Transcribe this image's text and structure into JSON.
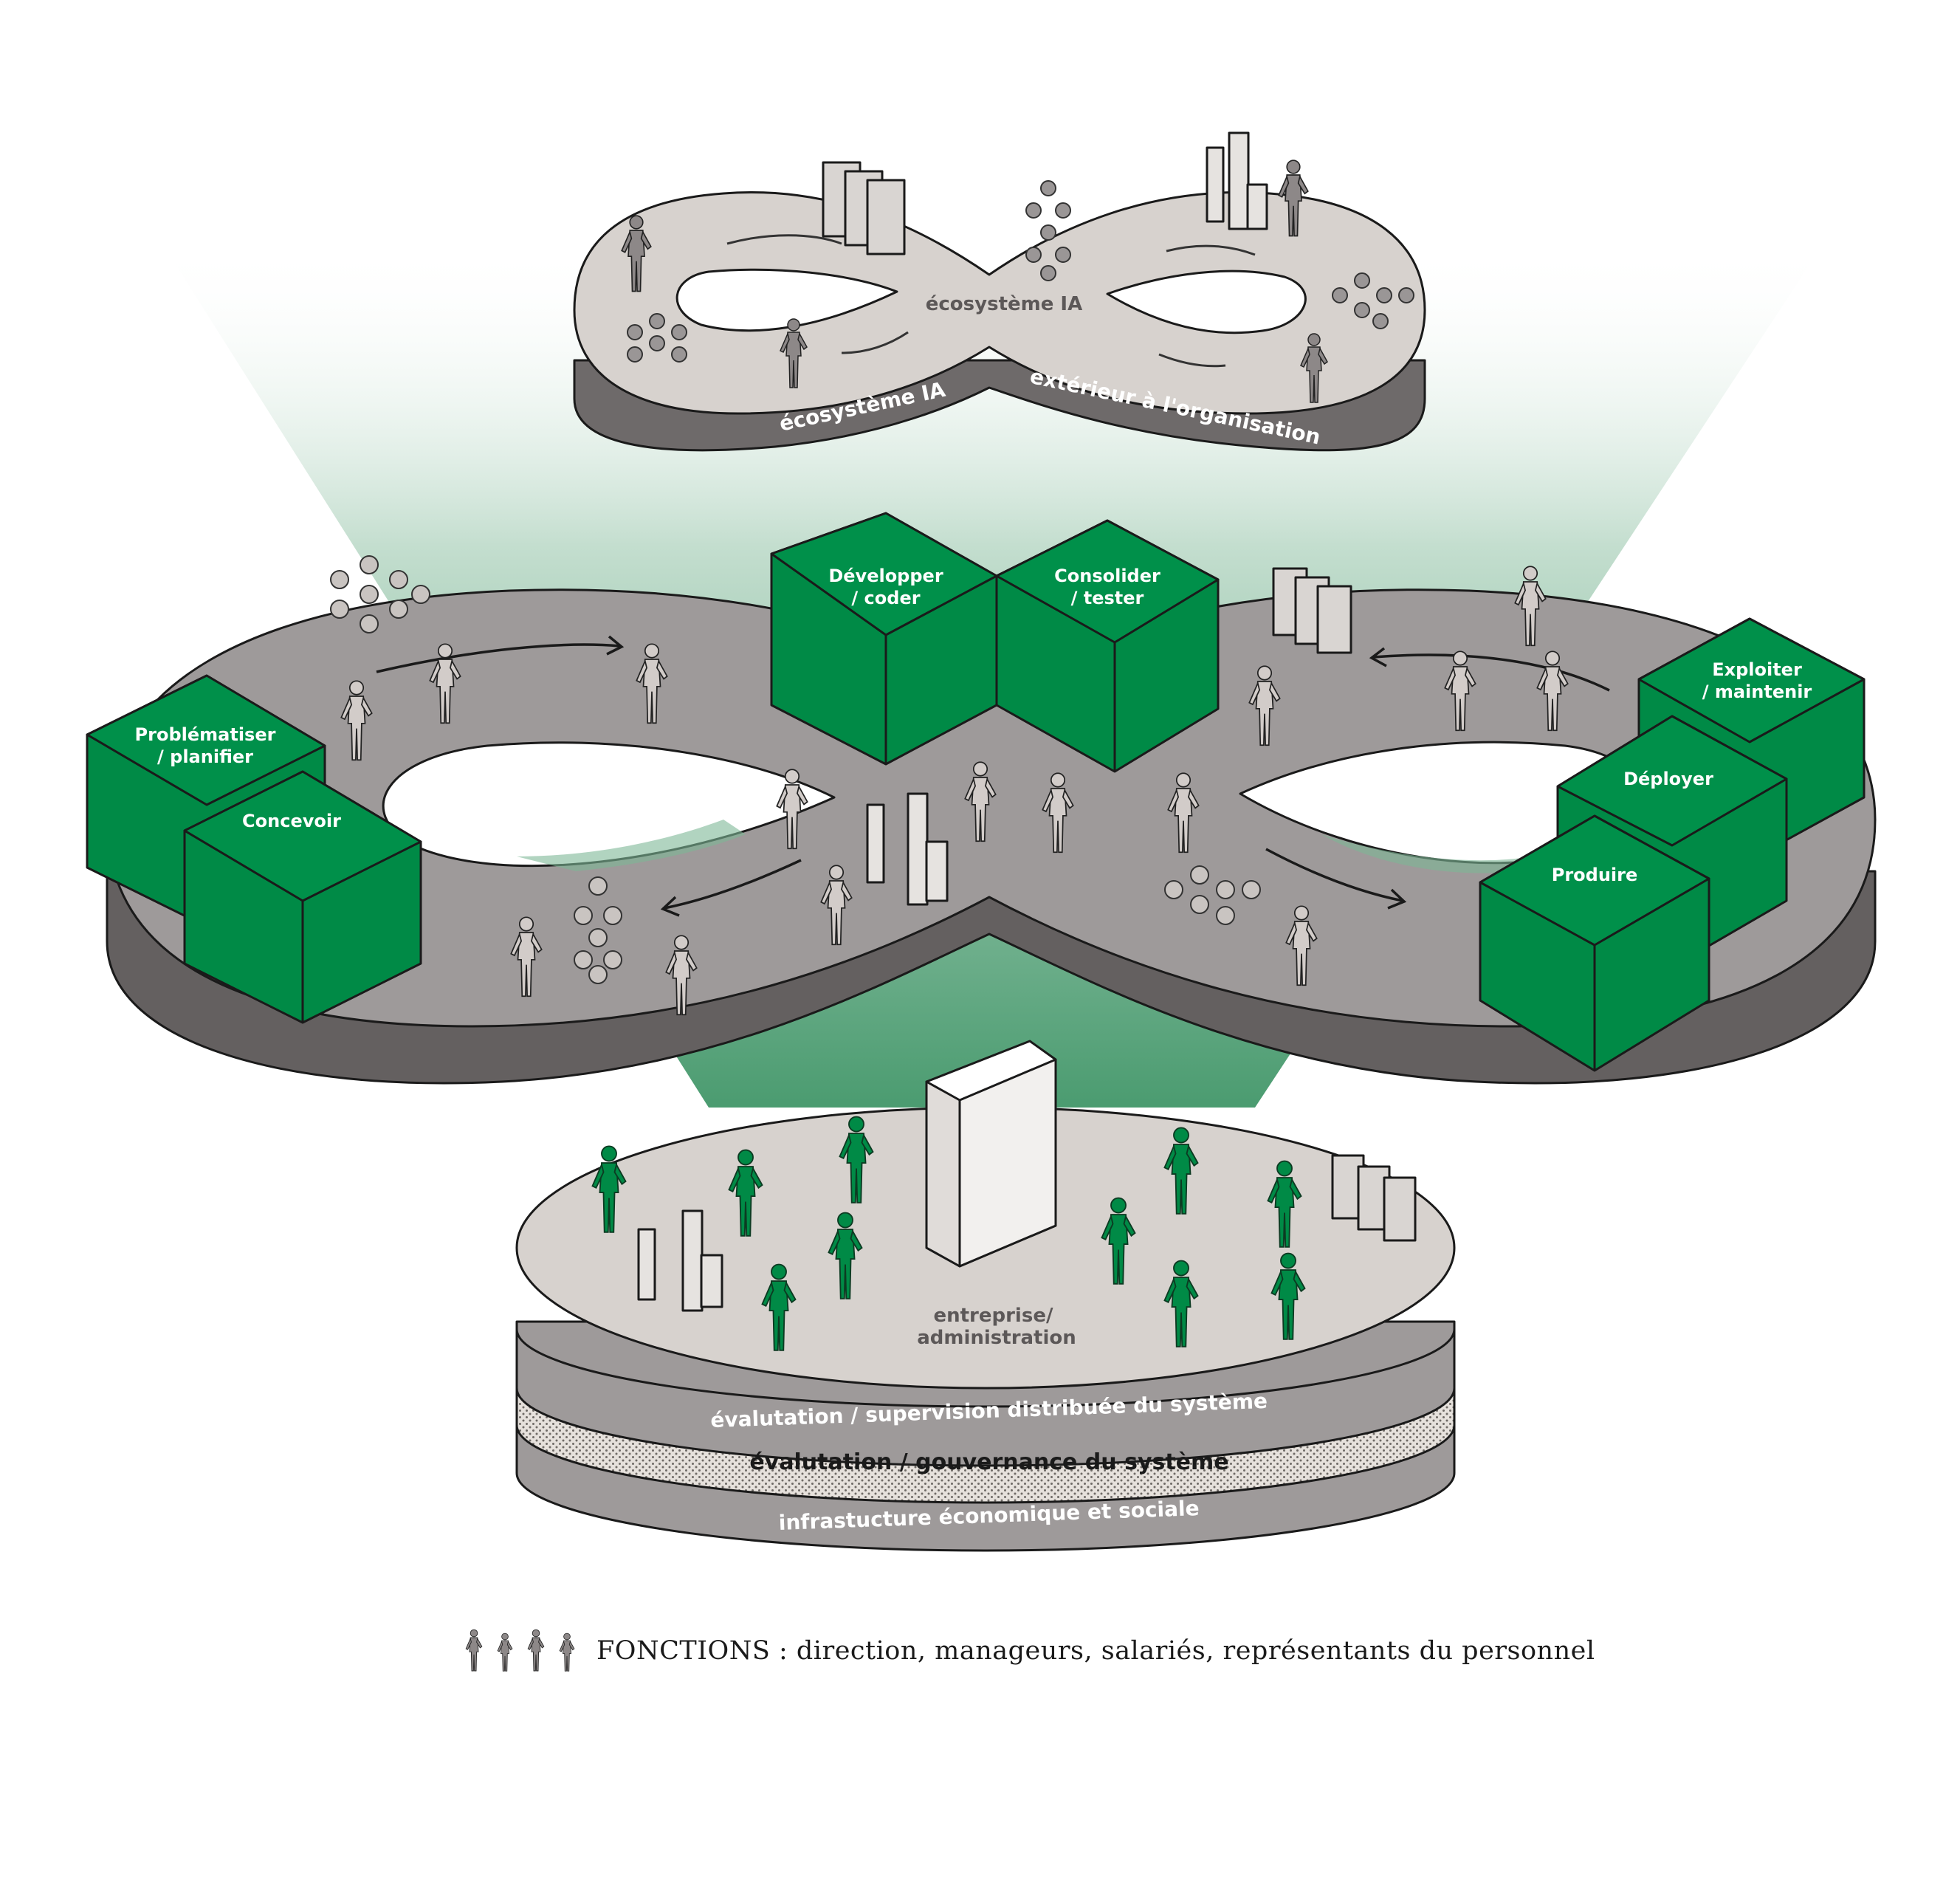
{
  "top_ring": {
    "center_label": "écosystème IA",
    "edge_label_left": "écosystème IA",
    "edge_label_right": "extérieur à l'organisation"
  },
  "middle_ring": {
    "stages": {
      "problematiser": "Problématiser / planifier",
      "concevoir": "Concevoir",
      "developper": "Développer / coder",
      "consolider": "Consolider / tester",
      "exploiter": "Exploiter / maintenir",
      "deployer": "Déployer",
      "produire": "Produire"
    }
  },
  "base": {
    "center_label": "entreprise/ administration",
    "layer1_label": "évalutation / supervision distribuée du système",
    "layer2_label": "évalutation / gouvernance du système",
    "layer3_label": "infrastucture économique et sociale"
  },
  "legend": {
    "text": "FONCTIONS : direction, manageurs, salariés, représentants du personnel"
  },
  "colors": {
    "accent_green": "#008a46",
    "ring_gray": "#9e9a9a",
    "ring_dark": "#646060",
    "light_platform": "#d7d2ce"
  }
}
